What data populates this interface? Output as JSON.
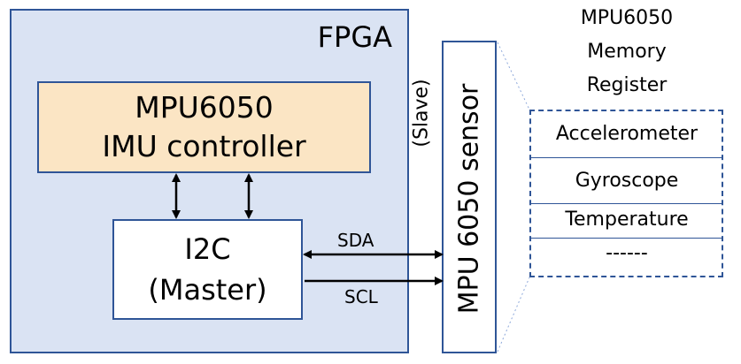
{
  "fpga": {
    "label": "FPGA"
  },
  "controller": {
    "line1": "MPU6050",
    "line2": "IMU controller"
  },
  "i2c": {
    "line1": "I2C",
    "line2": "(Master)"
  },
  "signals": {
    "sda": "SDA",
    "scl": "SCL"
  },
  "sensor": {
    "label": "MPU 6050 sensor",
    "role": "(Slave)"
  },
  "memory": {
    "title_lines": [
      "MPU6050",
      "Memory",
      "Register"
    ],
    "rows": [
      "Accelerometer",
      "Gyroscope",
      "Temperature",
      "------"
    ]
  },
  "colors": {
    "border": "#2f5597",
    "fpga_fill": "#dae3f3",
    "controller_fill": "#fbe5c4"
  }
}
